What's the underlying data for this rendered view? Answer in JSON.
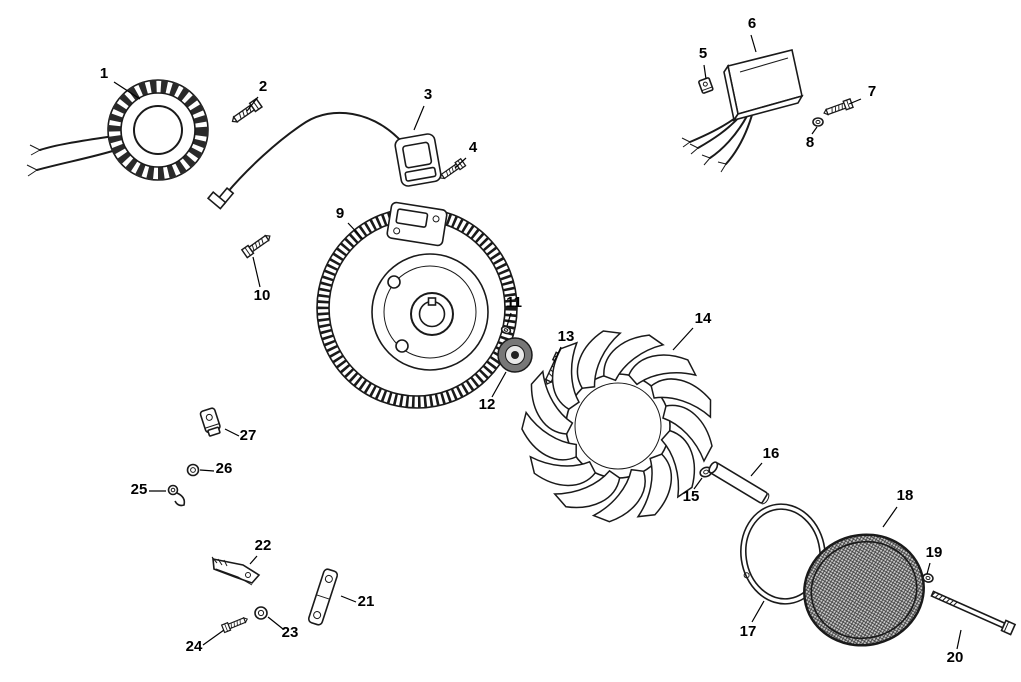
{
  "diagram": {
    "background": "#ffffff",
    "ink": "#1a1a1a",
    "callouts": [
      "1",
      "2",
      "3",
      "4",
      "5",
      "6",
      "7",
      "8",
      "9",
      "10",
      "11",
      "12",
      "13",
      "14",
      "15",
      "16",
      "17",
      "18",
      "19",
      "20",
      "21",
      "22",
      "23",
      "24",
      "25",
      "26",
      "27"
    ]
  }
}
